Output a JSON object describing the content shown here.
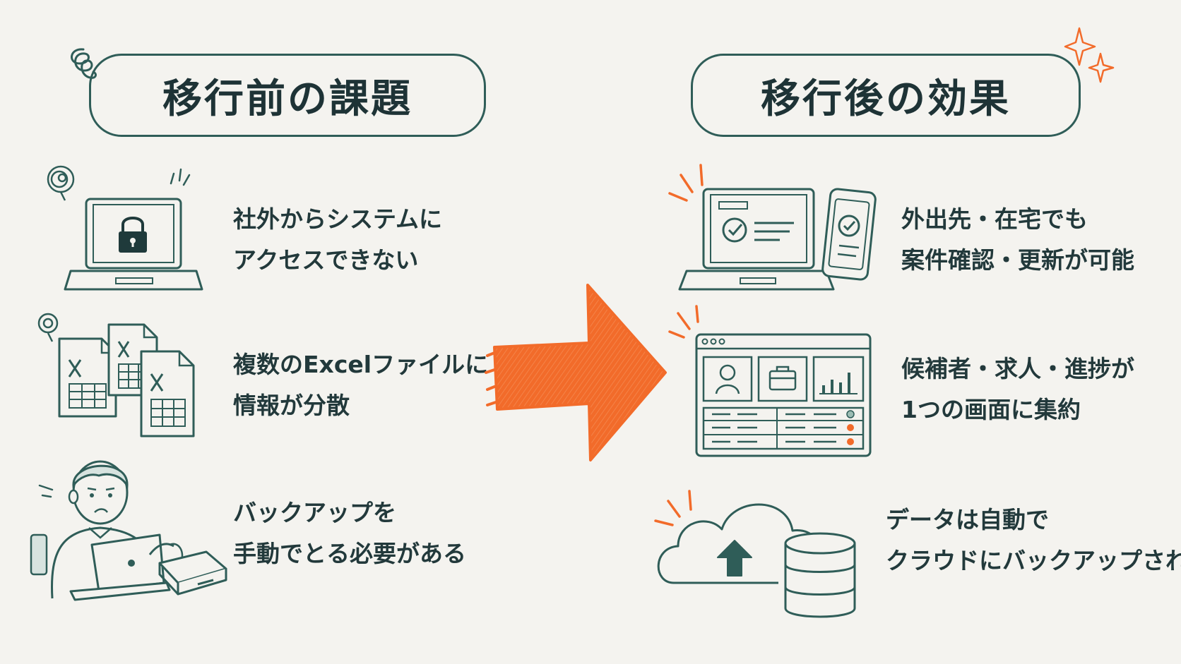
{
  "left": {
    "title": "移行前の課題",
    "items": [
      {
        "line1": "社外からシステムに",
        "line2": "アクセスできない",
        "icon": "locked-laptop-icon"
      },
      {
        "line1": "複数のExcelファイルに",
        "line2": "情報が分散",
        "icon": "excel-files-icon"
      },
      {
        "line1": "バックアップを",
        "line2": "手動でとる必要がある",
        "icon": "manual-backup-person-icon"
      }
    ]
  },
  "right": {
    "title": "移行後の効果",
    "items": [
      {
        "line1": "外出先・在宅でも",
        "line2": "案件確認・更新が可能",
        "icon": "laptop-phone-check-icon"
      },
      {
        "line1": "候補者・求人・進捗が",
        "line2": "1つの画面に集約",
        "icon": "dashboard-icon"
      },
      {
        "line1": "データは自動で",
        "line2": "クラウドにバックアップされる",
        "icon": "cloud-database-icon"
      }
    ]
  },
  "colors": {
    "teal": "#2f5d58",
    "orange": "#f26b2a",
    "background": "#f4f3ef"
  }
}
